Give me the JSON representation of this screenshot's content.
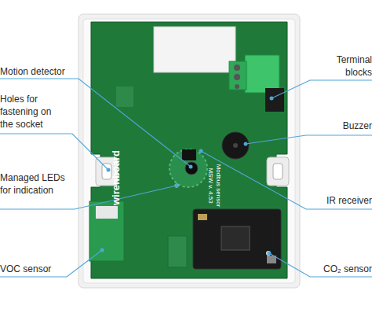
{
  "diagram": {
    "labels": [
      "Motion detector",
      "Holes for fastening on the socket",
      "Managed LEDs for indication",
      "VOC sensor",
      "Terminal blocks",
      "Buzzer",
      "IR receiver",
      "CO₂ sensor",
      "wirenboard",
      "Modbus sensor MSW v. 4.53"
    ]
  }
}
